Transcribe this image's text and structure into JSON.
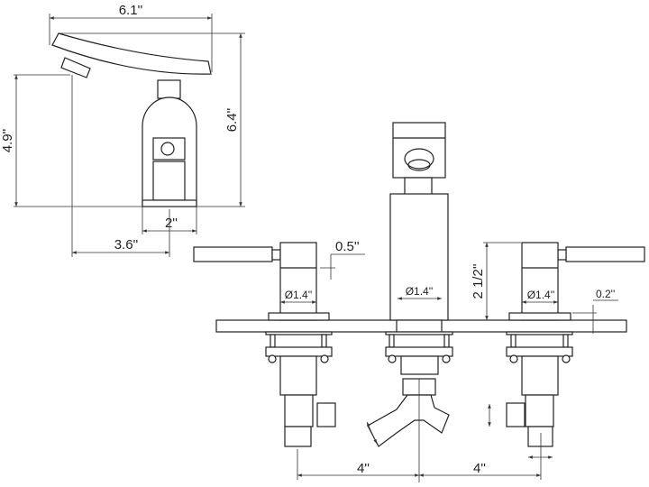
{
  "side_view": {
    "width_label": "6.1''",
    "height_label": "6.4''",
    "spout_height_label": "4.9''",
    "base_width_label": "2''",
    "reach_label": "3.6''"
  },
  "front_view": {
    "handle_gap_label": "0.5''",
    "left_diameter_label": "Ø1.4''",
    "center_diameter_label": "Ø1.4''",
    "right_diameter_label": "Ø1.4''",
    "handle_height_label": "2 1/2''",
    "deck_thickness_label": "0.2''",
    "left_spacing_label": "4''",
    "right_spacing_label": "4''"
  }
}
